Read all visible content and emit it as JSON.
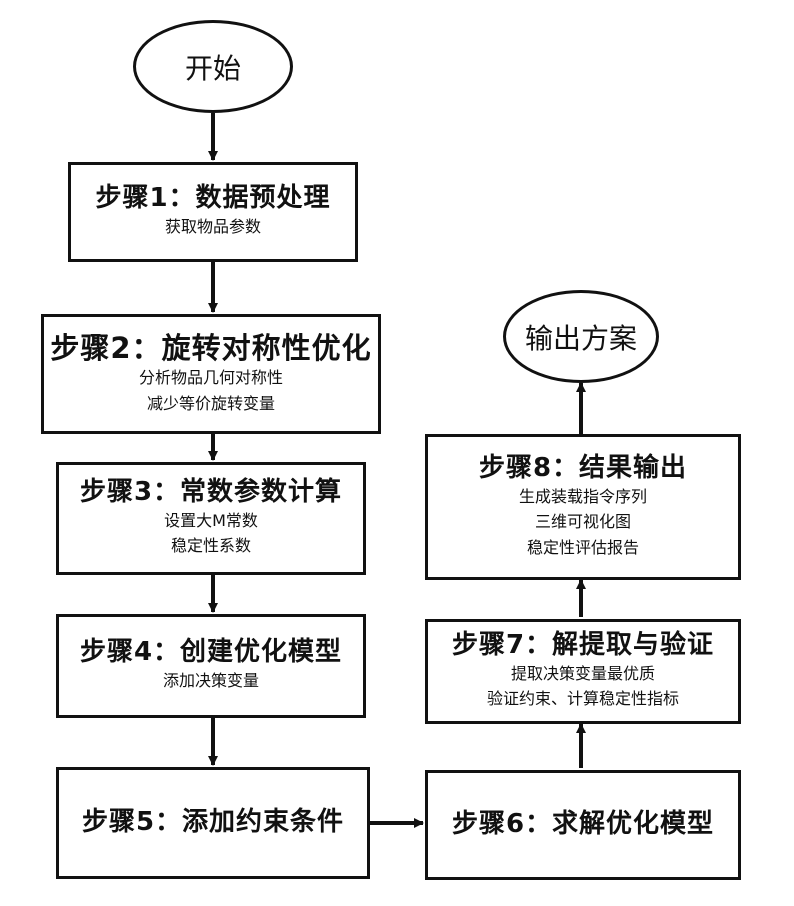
{
  "start": {
    "label": "开始"
  },
  "end": {
    "label": "输出方案"
  },
  "steps": [
    {
      "title": "步骤1：数据预处理",
      "lines": [
        "获取物品参数"
      ]
    },
    {
      "title": "步骤2：旋转对称性优化",
      "lines": [
        "分析物品几何对称性",
        "减少等价旋转变量"
      ]
    },
    {
      "title": "步骤3：常数参数计算",
      "lines": [
        "设置大M常数",
        "稳定性系数"
      ]
    },
    {
      "title": "步骤4：创建优化模型",
      "lines": [
        "添加决策变量"
      ]
    },
    {
      "title": "步骤5：添加约束条件",
      "lines": []
    },
    {
      "title": "步骤6：求解优化模型",
      "lines": []
    },
    {
      "title": "步骤7：解提取与验证",
      "lines": [
        "提取决策变量最优质",
        "验证约束、计算稳定性指标"
      ]
    },
    {
      "title": "步骤8：结果输出",
      "lines": [
        "生成装载指令序列",
        "三维可视化图",
        "稳定性评估报告"
      ]
    }
  ]
}
